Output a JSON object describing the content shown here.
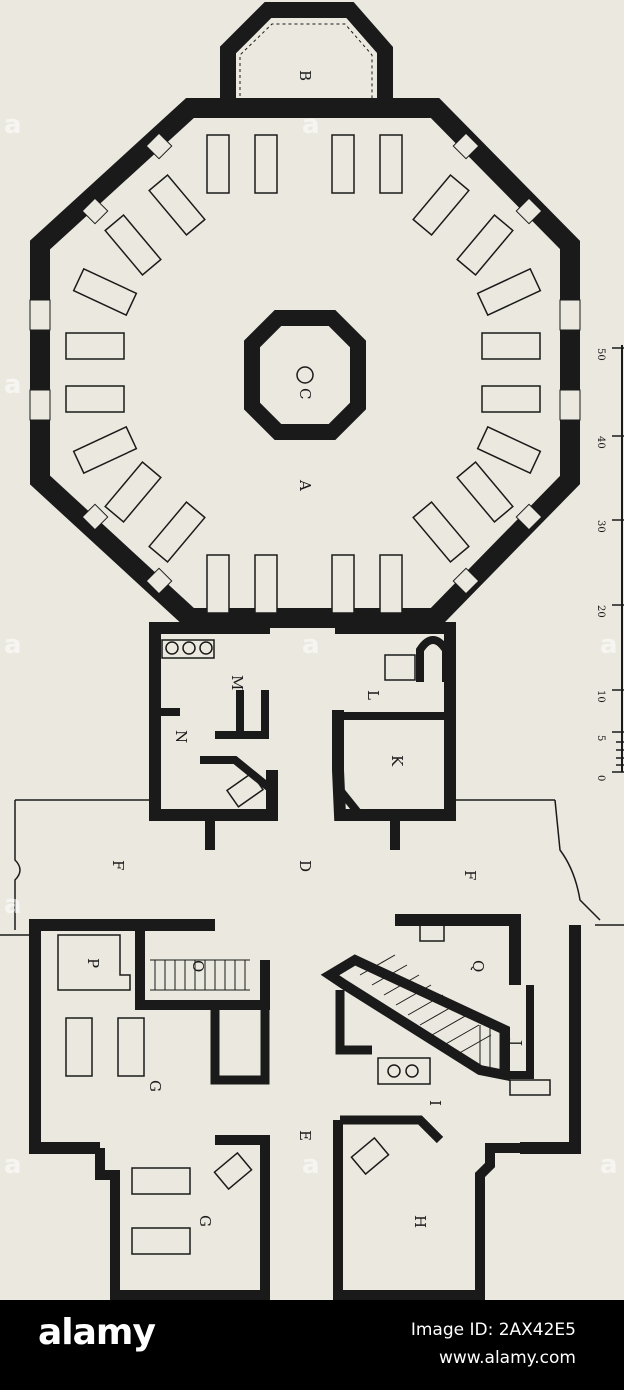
{
  "floor_plan": {
    "room_labels": {
      "a": "A",
      "b": "B",
      "c": "C",
      "d": "D",
      "e": "E",
      "f": "F",
      "g": "G",
      "h": "H",
      "i": "I",
      "j": "J",
      "k": "K",
      "l": "L",
      "m": "M",
      "n": "N",
      "o": "O",
      "p": "P",
      "q": "Q"
    },
    "scale_bar": {
      "ticks": [
        "0",
        "5",
        "10",
        "20",
        "30",
        "40",
        "50"
      ]
    }
  },
  "watermark": {
    "tile_text": "a"
  },
  "banner": {
    "logo_text": "alamy",
    "image_id": "Image ID: 2AX42E5",
    "url": "www.alamy.com"
  },
  "colors": {
    "paper": "#ebe9df",
    "ink": "#1a1a1a",
    "banner_bg": "#000000",
    "banner_text": "#ffffff"
  }
}
